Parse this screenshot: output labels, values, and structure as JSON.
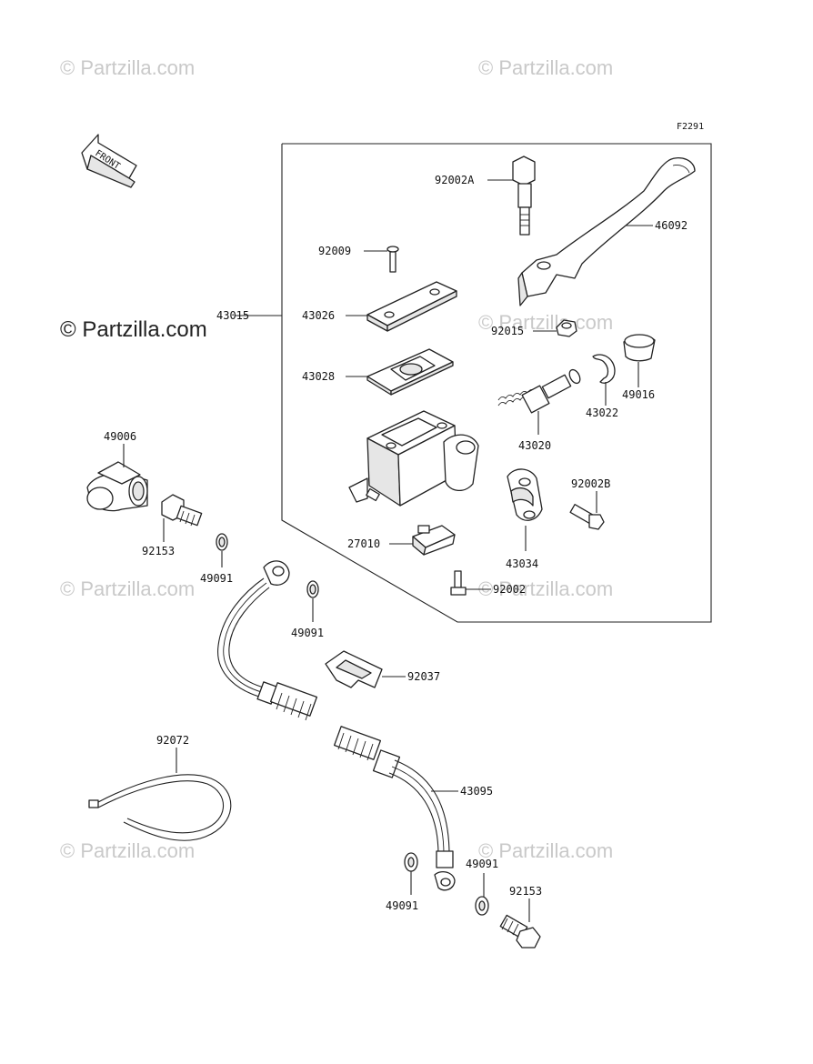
{
  "figure_code": "F2291",
  "front_label": "FRONT",
  "watermarks": {
    "top_left": "© Partzilla.com",
    "top_right": "© Partzilla.com",
    "mid_left_dark": "© Partzilla.com",
    "mid_right": "© Partzilla.com",
    "lower_left": "© Partzilla.com",
    "lower_right": "© Partzilla.com",
    "bottom_left": "© Partzilla.com",
    "bottom_right": "© Partzilla.com"
  },
  "parts": {
    "p92002A": "92002A",
    "p46092": "46092",
    "p92009": "92009",
    "p43015": "43015",
    "p43026": "43026",
    "p92015": "92015",
    "p43028": "43028",
    "p49016": "49016",
    "p43022": "43022",
    "p43020": "43020",
    "p49006": "49006",
    "p92002B": "92002B",
    "p92153_top": "92153",
    "p27010": "27010",
    "p43034": "43034",
    "p49091_a": "49091",
    "p92002": "92002",
    "p49091_b": "49091",
    "p92037": "92037",
    "p92072": "92072",
    "p43095": "43095",
    "p49091_c": "49091",
    "p92153_bot": "92153",
    "p49091_d": "49091"
  }
}
